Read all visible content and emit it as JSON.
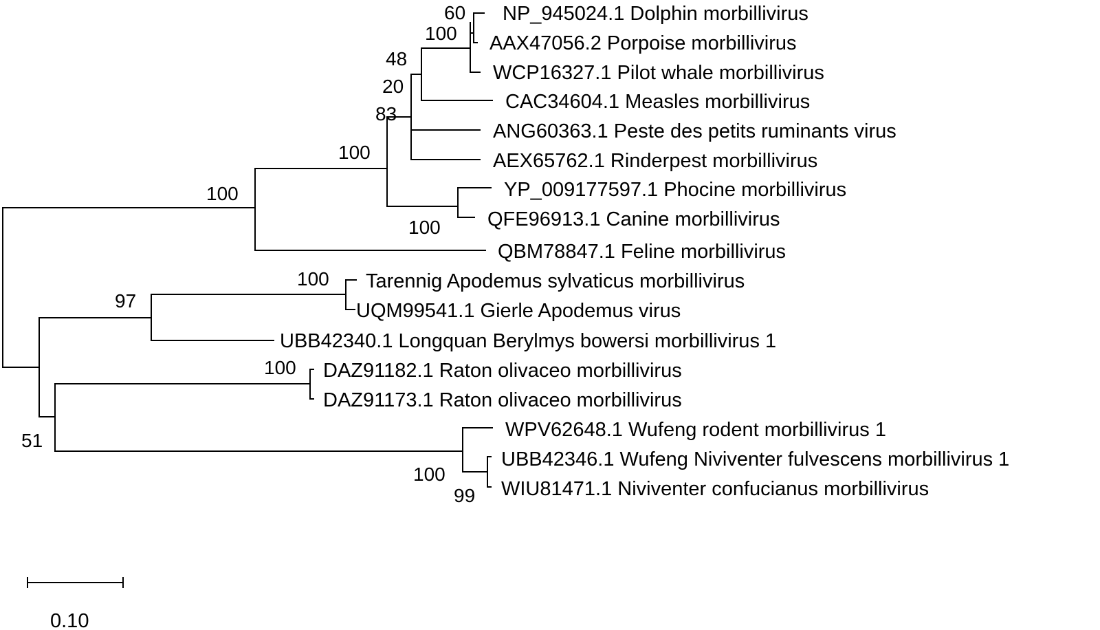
{
  "taxa": [
    "NP_945024.1 Dolphin morbillivirus",
    "AAX47056.2 Porpoise morbillivirus",
    "WCP16327.1 Pilot whale morbillivirus",
    "CAC34604.1 Measles morbillivirus",
    "ANG60363.1 Peste des petits ruminants virus",
    "AEX65762.1 Rinderpest morbillivirus",
    "YP_009177597.1 Phocine morbillivirus",
    "QFE96913.1 Canine morbillivirus",
    "QBM78847.1 Feline morbillivirus",
    "Tarennig Apodemus sylvaticus morbillivirus",
    "UQM99541.1 Gierle Apodemus virus",
    "UBB42340.1 Longquan Berylmys bowersi morbillivirus 1",
    "DAZ91182.1 Raton olivaceo morbillivirus",
    "DAZ91173.1 Raton olivaceo morbillivirus",
    "WPV62648.1 Wufeng rodent morbillivirus 1",
    "UBB42346.1 Wufeng Niviventer fulvescens morbillivirus 1",
    "WIU81471.1 Niviventer confucianus morbillivirus"
  ],
  "supports": [
    "60",
    "100",
    "48",
    "20",
    "83",
    "100",
    "100",
    "100",
    "100",
    "97",
    "100",
    "100",
    "99",
    "51"
  ],
  "scale_bar": {
    "label": "0.10",
    "length": 0.1
  }
}
